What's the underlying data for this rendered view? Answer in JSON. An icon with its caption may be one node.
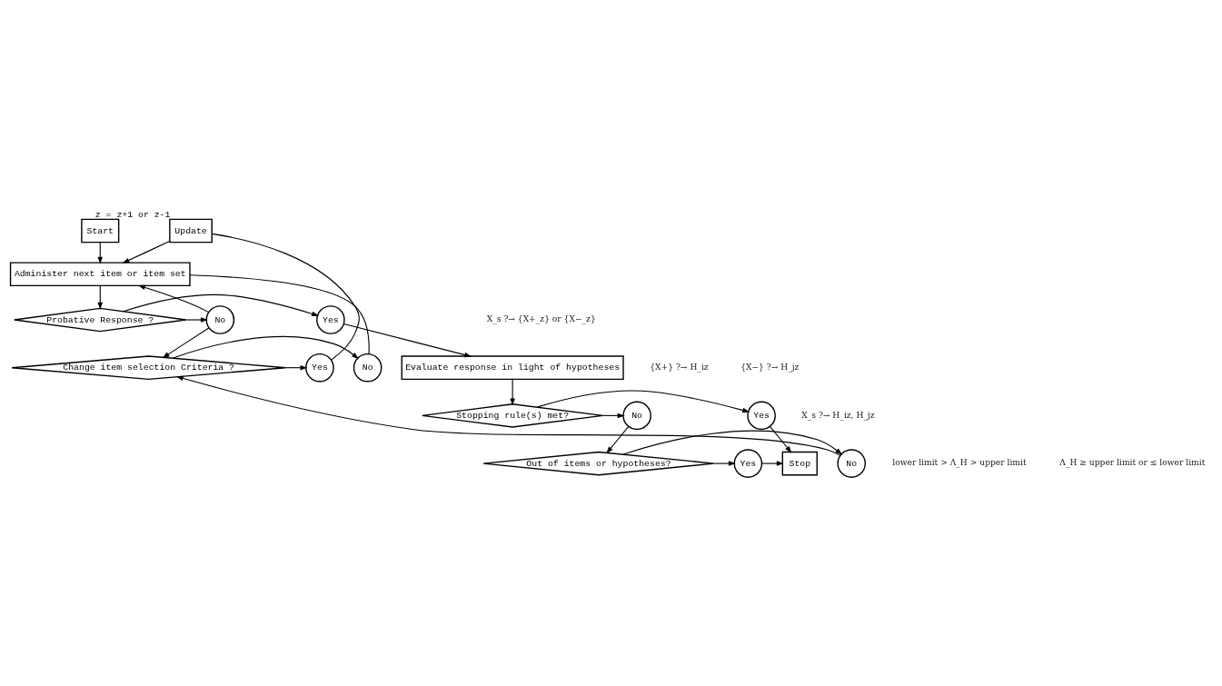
{
  "diagram": {
    "nodes": [
      {
        "text": [
          "Start"
        ]
      },
      {
        "text": [
          "Administer next item or item set"
        ]
      },
      {
        "text": [
          "Probative Response ?"
        ]
      },
      {
        "text": [
          "No"
        ]
      },
      {
        "text": [
          "Yes"
        ]
      },
      {
        "text": [
          "Update"
        ],
        "beside": [
          "z = z+1 or z-1"
        ]
      },
      {
        "text": [
          "Change item selection Criteria ?"
        ]
      },
      {
        "text": [
          "No"
        ]
      },
      {
        "text": [
          "Yes"
        ]
      },
      {
        "text": [
          "Evaluate response in light of hypotheses"
        ]
      },
      {
        "text": [
          "Stopping rule(s) met?"
        ]
      },
      {
        "text": [
          "No"
        ]
      },
      {
        "text": [
          "Yes"
        ]
      },
      {
        "text": [
          "Out of items or hypotheses?"
        ]
      },
      {
        "text": [
          "No"
        ]
      },
      {
        "text": [
          "Yes"
        ]
      },
      {
        "text": [
          "Stop"
        ]
      }
    ],
    "edges": [
      {
        "from": 0,
        "to": 1,
        "arrow": "to"
      },
      {
        "from": 1,
        "to": 2,
        "arrow": "to"
      },
      {
        "from": 2,
        "to": 3,
        "arrow": "to"
      },
      {
        "from": 2,
        "to": 4,
        "arrow": "to"
      },
      {
        "from": 3,
        "to": 1,
        "arrow": "to"
      },
      {
        "from": 3,
        "to": 6,
        "arrow": "to"
      },
      {
        "from": 4,
        "to": 9,
        "arrow": "to"
      },
      {
        "from": 6,
        "to": 7,
        "arrow": "to"
      },
      {
        "from": 6,
        "to": 8,
        "arrow": "to"
      },
      {
        "from": 7,
        "to": 1,
        "arrow": "none"
      },
      {
        "from": 8,
        "to": 5,
        "arrow": "none"
      },
      {
        "from": 5,
        "to": 1,
        "arrow": "to"
      },
      {
        "from": 9,
        "to": 10,
        "arrow": "to"
      },
      {
        "from": 10,
        "to": 11,
        "arrow": "to"
      },
      {
        "from": 10,
        "to": 12,
        "arrow": "to"
      },
      {
        "from": 11,
        "to": 13,
        "arrow": "to"
      },
      {
        "from": 12,
        "to": 16,
        "arrow": "to"
      },
      {
        "from": 13,
        "to": 14,
        "arrow": "to"
      },
      {
        "from": 13,
        "to": 15,
        "arrow": "to"
      },
      {
        "from": 14,
        "to": 6,
        "arrow": "to"
      },
      {
        "from": 15,
        "to": 16,
        "arrow": "to"
      }
    ],
    "labels": [
      "X_s ?→ {X+_z} or {X−_z}",
      "{X+} ?→ H_iz",
      "{X−} ?→ H_jz",
      "X_s ?→ H_iz, H_jz",
      "lower limit > Λ_H > upper limit",
      "Λ_H ≥ upper limit or ≤ lower limit"
    ]
  }
}
